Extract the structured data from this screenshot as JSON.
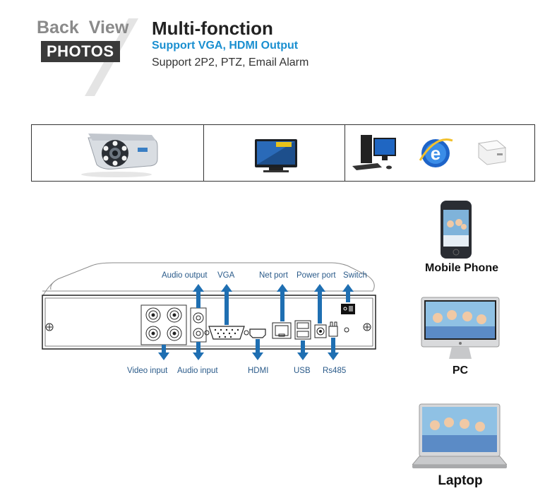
{
  "badge": {
    "word1": "Back",
    "word2": "View",
    "photos": "PHOTOS"
  },
  "header": {
    "title": "Multi-fonction",
    "subtitle": "Support VGA, HDMI Output",
    "features": "Support 2P2, PTZ, Email Alarm"
  },
  "colors": {
    "accent": "#1a8fd0",
    "arrow": "#1f6fb2",
    "badge_bg": "#3a3a3a"
  },
  "ports_top": {
    "audio_output": "Audio output",
    "vga": "VGA",
    "net_port": "Net port",
    "power_port": "Power port",
    "switch": "Switch"
  },
  "ports_bottom": {
    "video_input": "Video input",
    "audio_input": "Audio input",
    "hdmi": "HDMI",
    "usb": "USB",
    "rs485": "Rs485"
  },
  "devices": {
    "mobile_phone": "Mobile Phone",
    "pc": "PC",
    "laptop": "Laptop"
  },
  "icons": [
    "security-camera-icon",
    "monitor-icon",
    "desktop-computer-icon",
    "internet-explorer-icon",
    "router-icon",
    "mobile-phone-icon",
    "pc-icon",
    "laptop-icon"
  ]
}
